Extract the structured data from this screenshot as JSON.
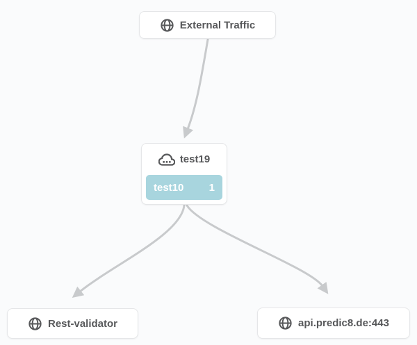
{
  "colors": {
    "background": "#fafbfc",
    "edge": "#c8cacc",
    "node_background": "#ffffff",
    "node_border": "#e5e6e8",
    "node_text": "#57585a",
    "badge_background": "#a8d5de",
    "badge_text": "#ffffff"
  },
  "nodes": {
    "external_traffic": {
      "label": "External Traffic",
      "icon": "globe-icon"
    },
    "test19": {
      "label": "test19",
      "icon": "cloud-icon",
      "badge": {
        "name": "test10",
        "count": "1"
      }
    },
    "rest_validator": {
      "label": "Rest-validator",
      "icon": "globe-icon"
    },
    "api_predic8": {
      "label": "api.predic8.de:443",
      "icon": "globe-icon"
    }
  },
  "edges": [
    {
      "from": "External Traffic",
      "to": "test19"
    },
    {
      "from": "test19",
      "to": "Rest-validator"
    },
    {
      "from": "test19",
      "to": "api.predic8.de:443"
    }
  ]
}
